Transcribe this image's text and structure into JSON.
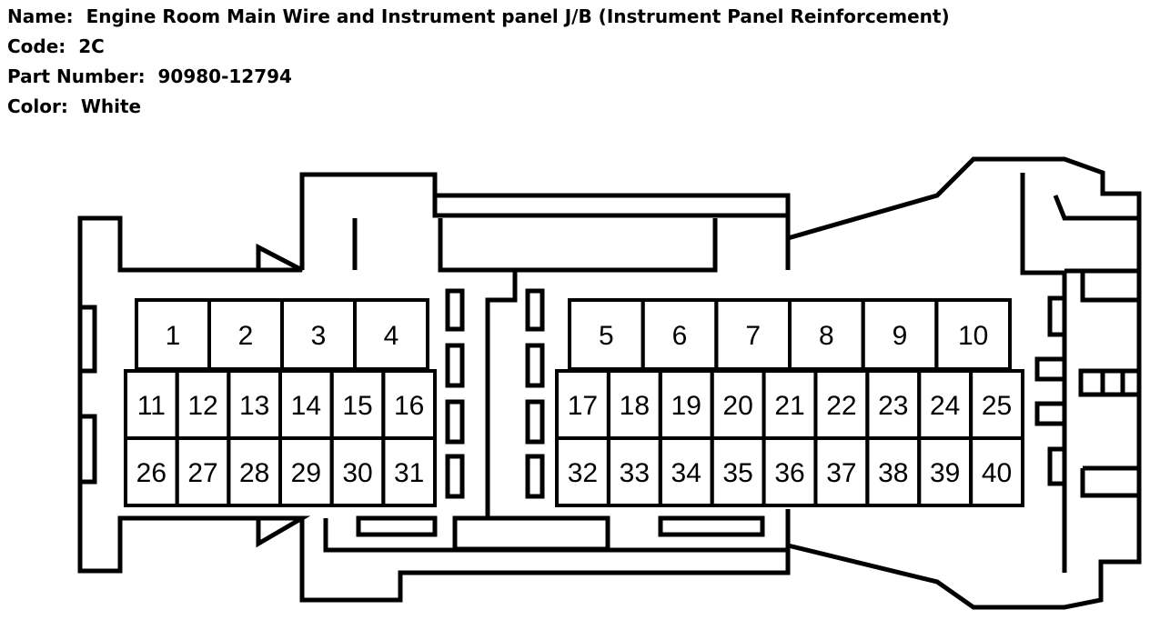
{
  "info": {
    "name_label": "Name:",
    "name_value": "Engine Room Main Wire and Instrument panel J/B (Instrument Panel Reinforcement)",
    "code_label": "Code:",
    "code_value": "2C",
    "part_label": "Part Number:",
    "part_value": "90980-12794",
    "color_label": "Color:",
    "color_value": "White"
  },
  "colors": {
    "stroke": "#000000",
    "background": "#ffffff"
  },
  "connector": {
    "left_top_row": [
      "1",
      "2",
      "3",
      "4"
    ],
    "left_mid_row": [
      "11",
      "12",
      "13",
      "14",
      "15",
      "16"
    ],
    "left_bot_row": [
      "26",
      "27",
      "28",
      "29",
      "30",
      "31"
    ],
    "right_top_row": [
      "5",
      "6",
      "7",
      "8",
      "9",
      "10"
    ],
    "right_mid_row": [
      "17",
      "18",
      "19",
      "20",
      "21",
      "22",
      "23",
      "24",
      "25"
    ],
    "right_bot_row": [
      "32",
      "33",
      "34",
      "35",
      "36",
      "37",
      "38",
      "39",
      "40"
    ]
  }
}
